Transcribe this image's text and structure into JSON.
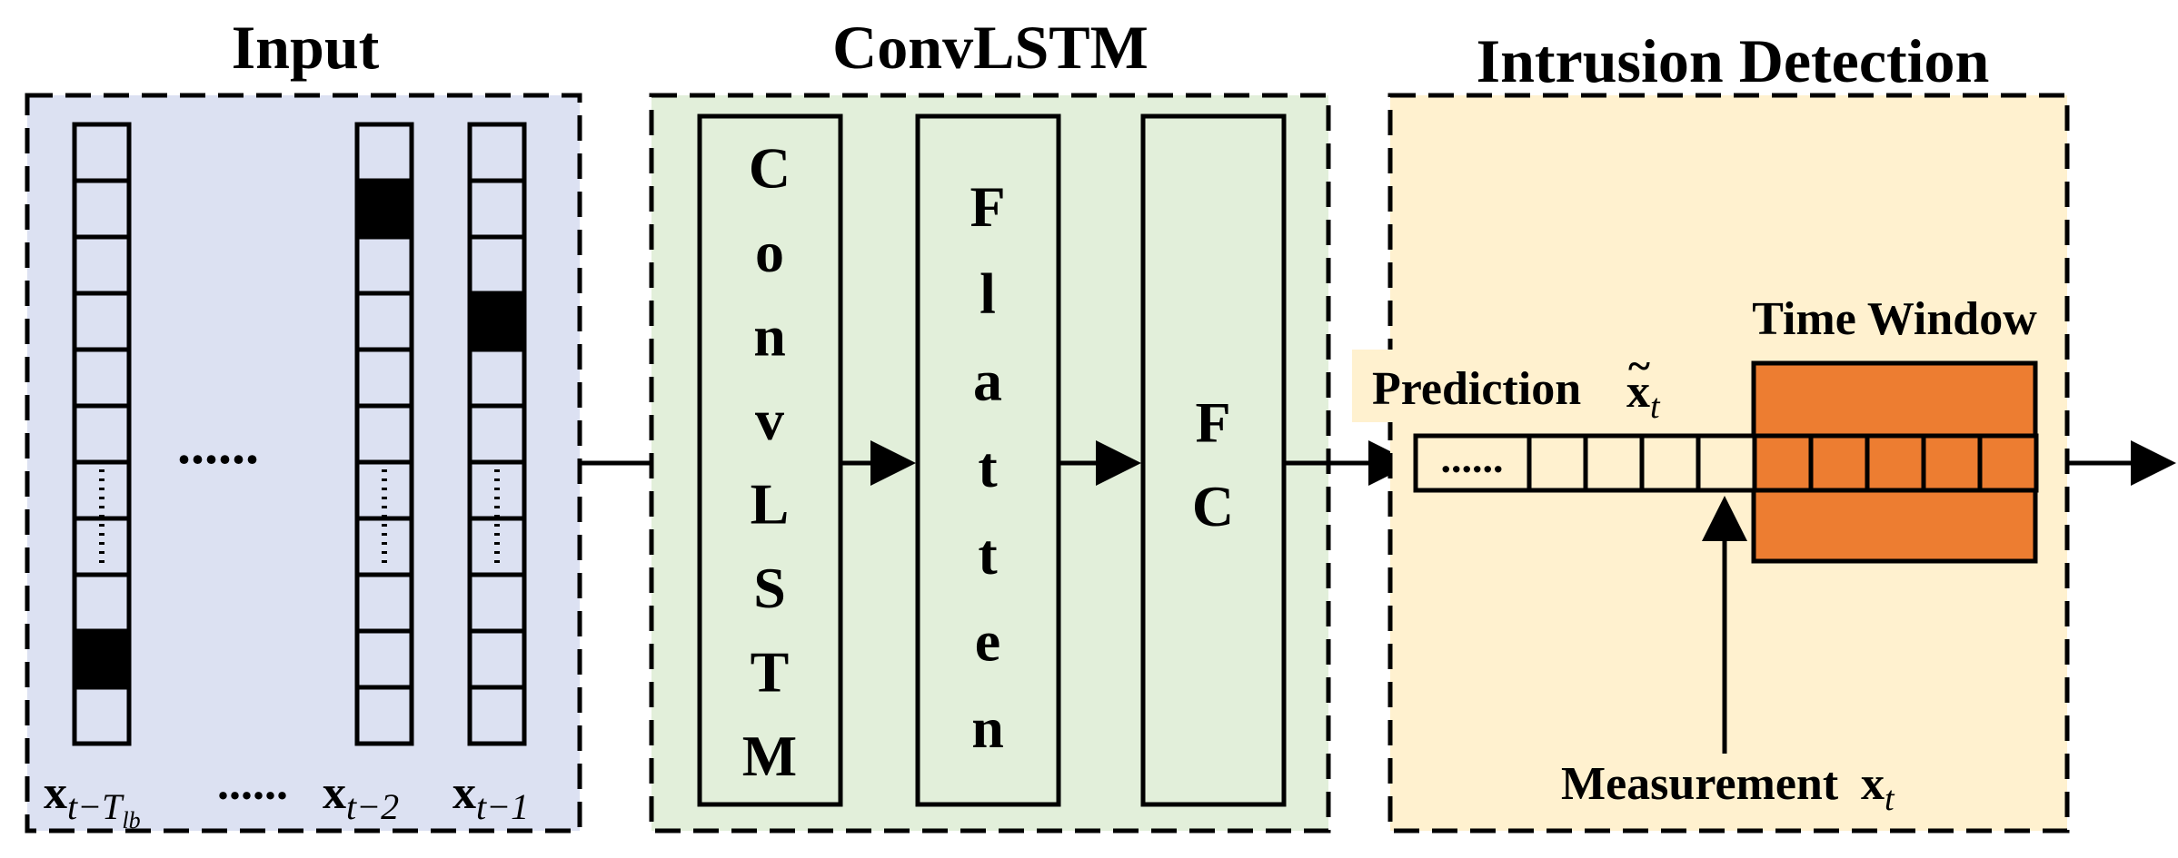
{
  "panels": {
    "input": {
      "title": "Input",
      "fill": "#dce1f2"
    },
    "convlstm": {
      "title": "ConvLSTM",
      "fill": "#e2efda"
    },
    "intrusion": {
      "title": "Intrusion Detection",
      "fill": "#fff1cf"
    }
  },
  "input_columns": {
    "col1": {
      "label_main": "x",
      "label_sub": "t−T",
      "label_subsub": "lb",
      "filled_cells": [
        9
      ]
    },
    "col2": {
      "label_main": "x",
      "label_sub": "t−2",
      "filled_cells": [
        1
      ]
    },
    "col3": {
      "label_main": "x",
      "label_sub": "t−1",
      "filled_cells": [
        3
      ]
    },
    "between_ellipsis": "......",
    "label_ellipsis": "......",
    "cell_ellipsis": "......"
  },
  "layers": {
    "convlstm_letters": [
      "C",
      "o",
      "n",
      "v",
      "L",
      "S",
      "T",
      "M"
    ],
    "flatten_letters": [
      "F",
      "l",
      "a",
      "t",
      "t",
      "e",
      "n"
    ],
    "fc_letters": [
      "F",
      "C"
    ]
  },
  "detection": {
    "time_window_label": "Time Window",
    "time_window_color": "#ed7d31",
    "prediction_label": "Prediction",
    "prediction_symbol": "x",
    "prediction_tilde": "~",
    "prediction_sub": "t",
    "measurement_label": "Measurement",
    "measurement_symbol": "x",
    "measurement_sub": "t",
    "sequence_ellipsis": "......"
  },
  "colors": {
    "input_bg": "#dce1f2",
    "convlstm_bg": "#e2efda",
    "intrusion_bg": "#fff1cf",
    "time_window": "#ed7d31",
    "filled_cell": "#000000"
  }
}
